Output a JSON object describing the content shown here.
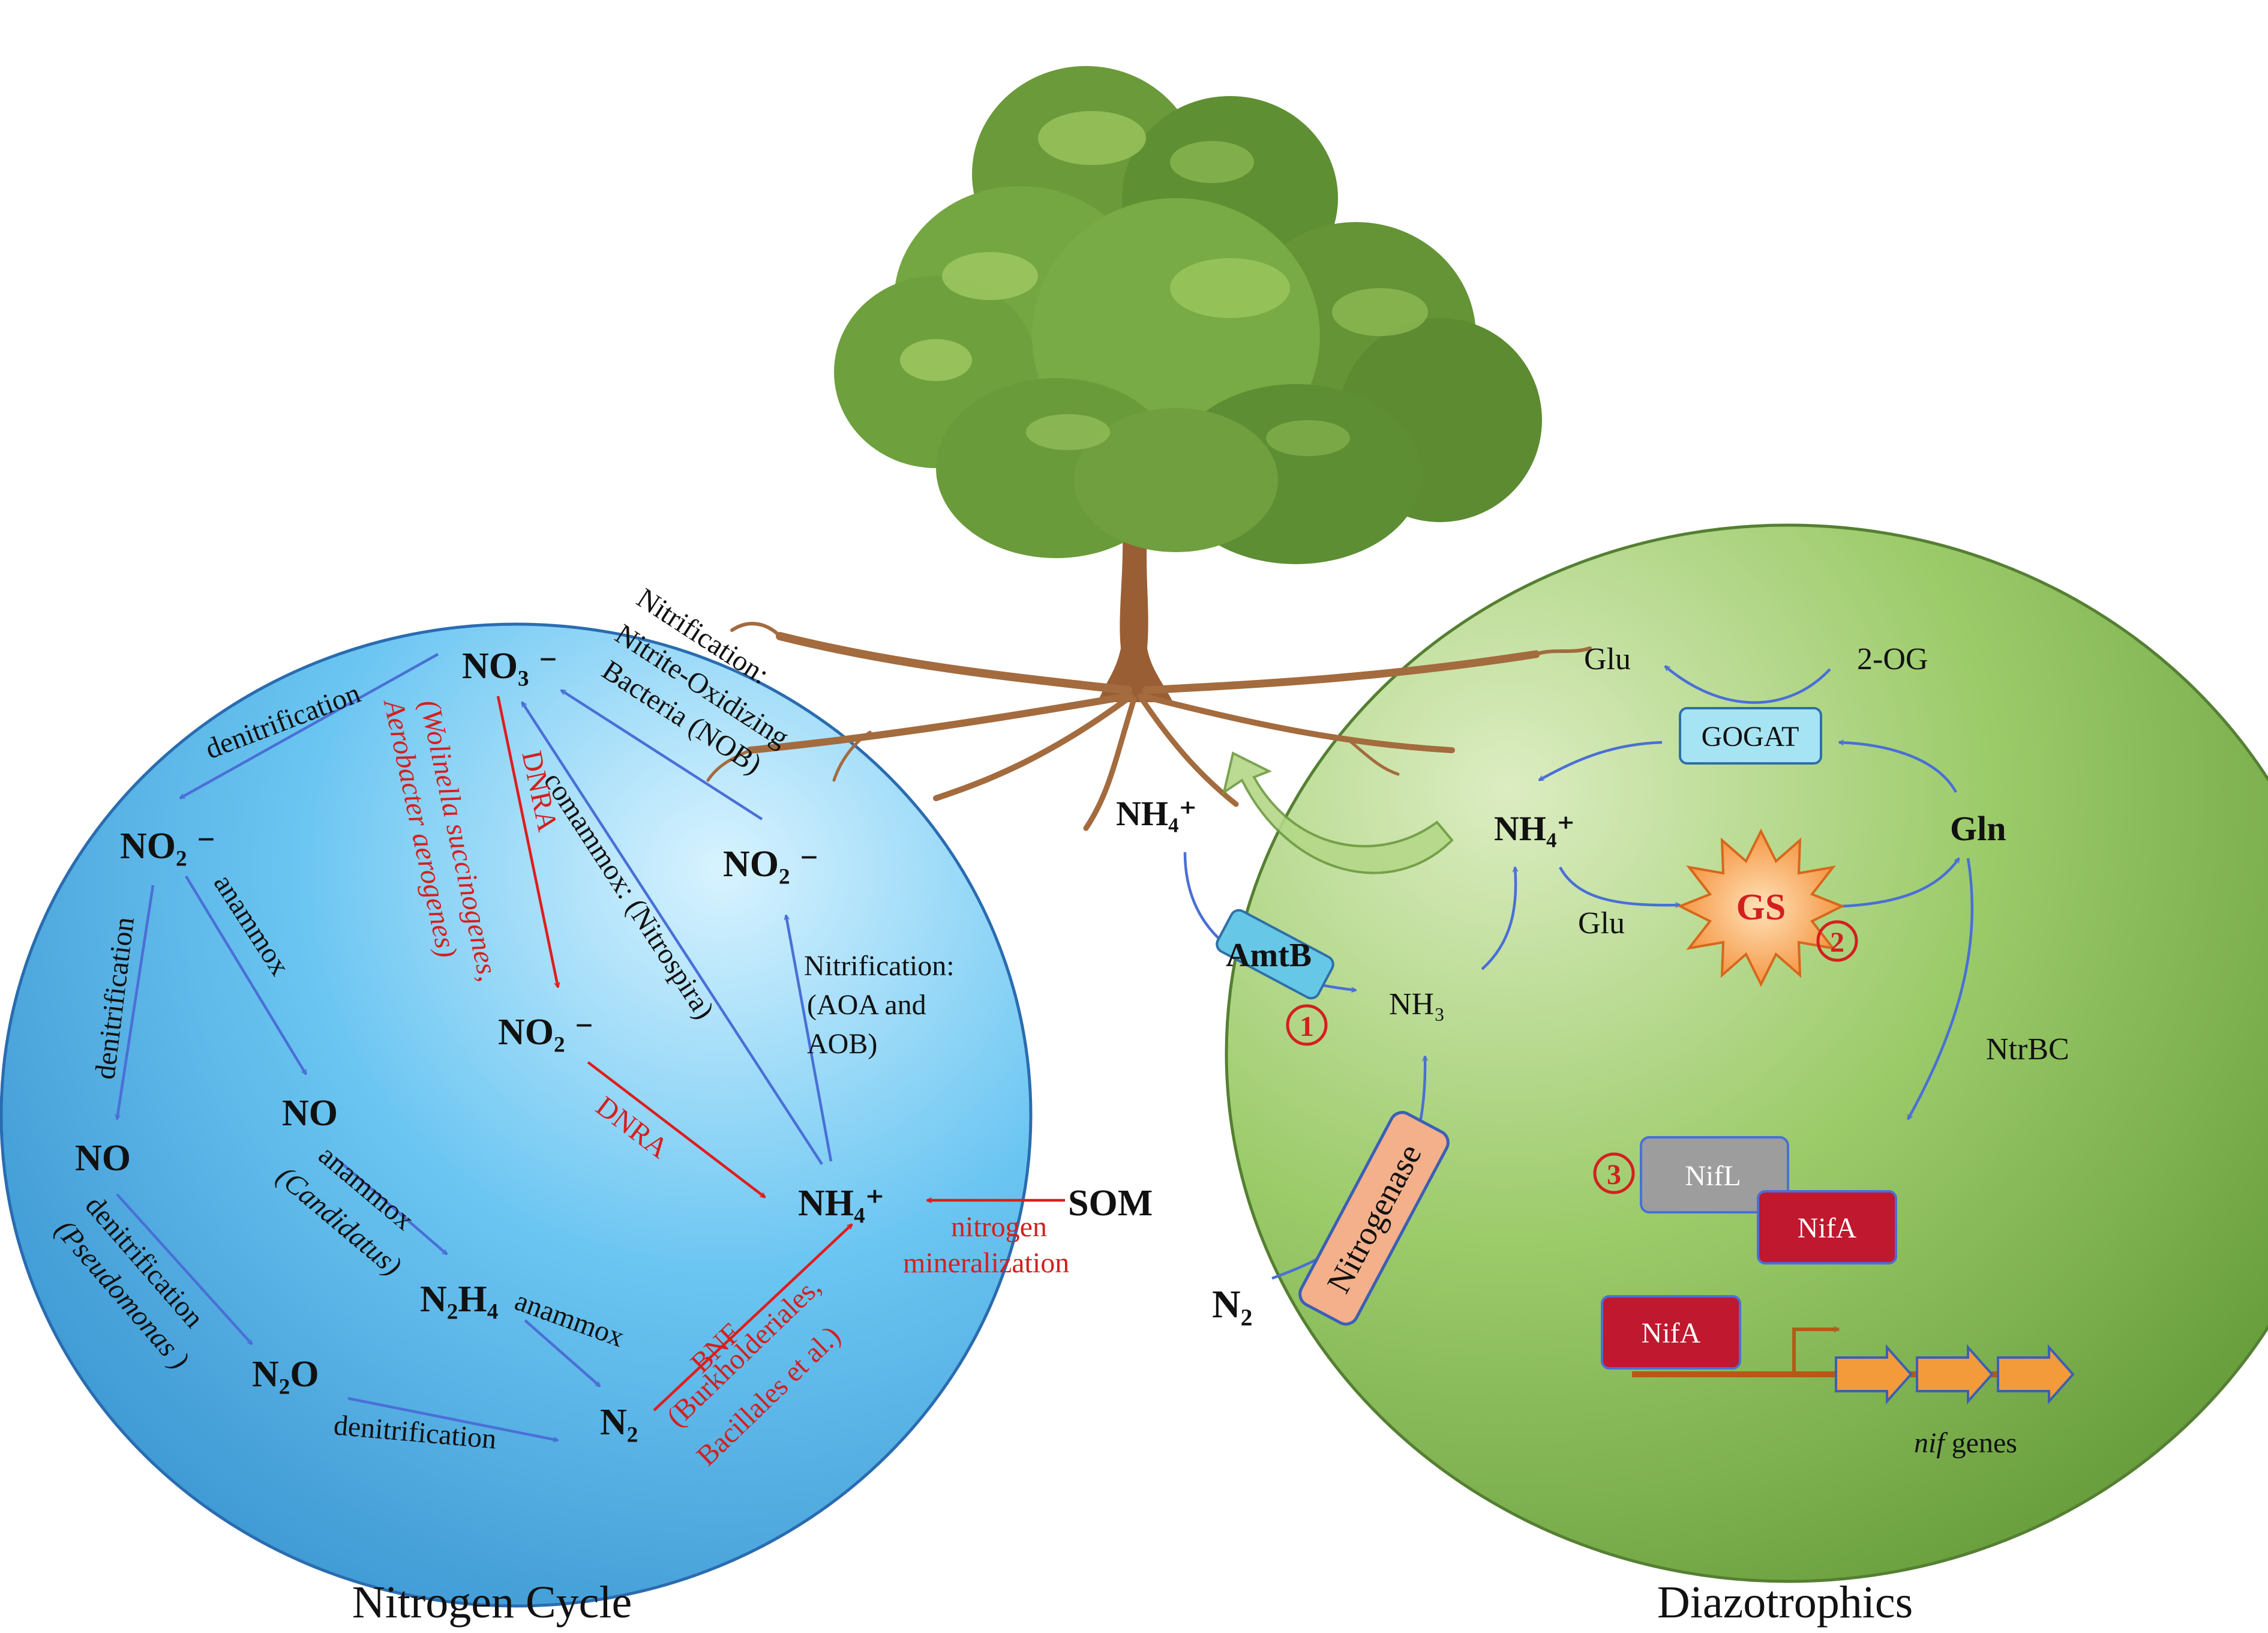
{
  "captions": {
    "left": "Nitrogen Cycle",
    "right": "Diazotrophics"
  },
  "cycle": {
    "no3": "NO₃ ⁻",
    "no2_left": "NO₂ ⁻",
    "no2_right": "NO₂ ⁻",
    "no2_center": "NO₂ ⁻",
    "no_mid": "NO",
    "no_left": "NO",
    "n2h4": "N₂H₄",
    "n2o": "N₂O",
    "n2": "N₂",
    "nh4": "NH₄⁺",
    "som": "SOM",
    "denitrification_top": "denitrification",
    "denitrification_left": "denitrification",
    "denitrification_bottom": "denitrification",
    "denitrification_diag": "denitrification",
    "pseudomonas": "(Pseudomonas )",
    "anammox_1": "anammox",
    "anammox_2": "anammox",
    "candidatus": "(Candidatus)",
    "anammox_3": "anammox",
    "nob_1": "Nitrification:",
    "nob_2": "Nitrite-Oxidizing",
    "nob_3": "Bacteria (NOB)",
    "comammox": "comammox: (Nitrospira)",
    "aoa_1": "Nitrification:",
    "aoa_2": "(AOA and",
    "aoa_3": "AOB)",
    "dnra_1": "DNRA",
    "dnra_org_1": "(Wolinella succinogenes,",
    "dnra_org_2": "Aerobacter aerogenes)",
    "dnra_2": "DNRA",
    "bnf_1": "BNF",
    "bnf_2": "(Burkholderiales,",
    "bnf_3": "Bacillales et al.)",
    "mineral_1": "nitrogen",
    "mineral_2": "mineralization"
  },
  "diazo": {
    "nh4_outer": "NH₄⁺",
    "n2": "N₂",
    "amtb": "AmtB",
    "nitrogenase": "Nitrogenase",
    "nh3": "NH₃",
    "nh4_inner": "NH₄⁺",
    "glu_top": "Glu",
    "og": "2-OG",
    "gogat": "GOGAT",
    "gln": "Gln",
    "glu_mid": "Glu",
    "gs": "GS",
    "ntrbc": "NtrBC",
    "nifl": "NifL",
    "nifa_1": "NifA",
    "nifa_2": "NifA",
    "nif_genes_italic": "nif",
    "nif_genes_rest": " genes",
    "step_1": "1",
    "step_2": "2",
    "step_3": "3"
  },
  "colors": {
    "blue_arrow": "#4a6fd6",
    "red_arrow": "#e01c1c",
    "label_red": "#d41f1f",
    "circle_blue": "#4fb8ee",
    "circle_green": "#8cbc52"
  }
}
